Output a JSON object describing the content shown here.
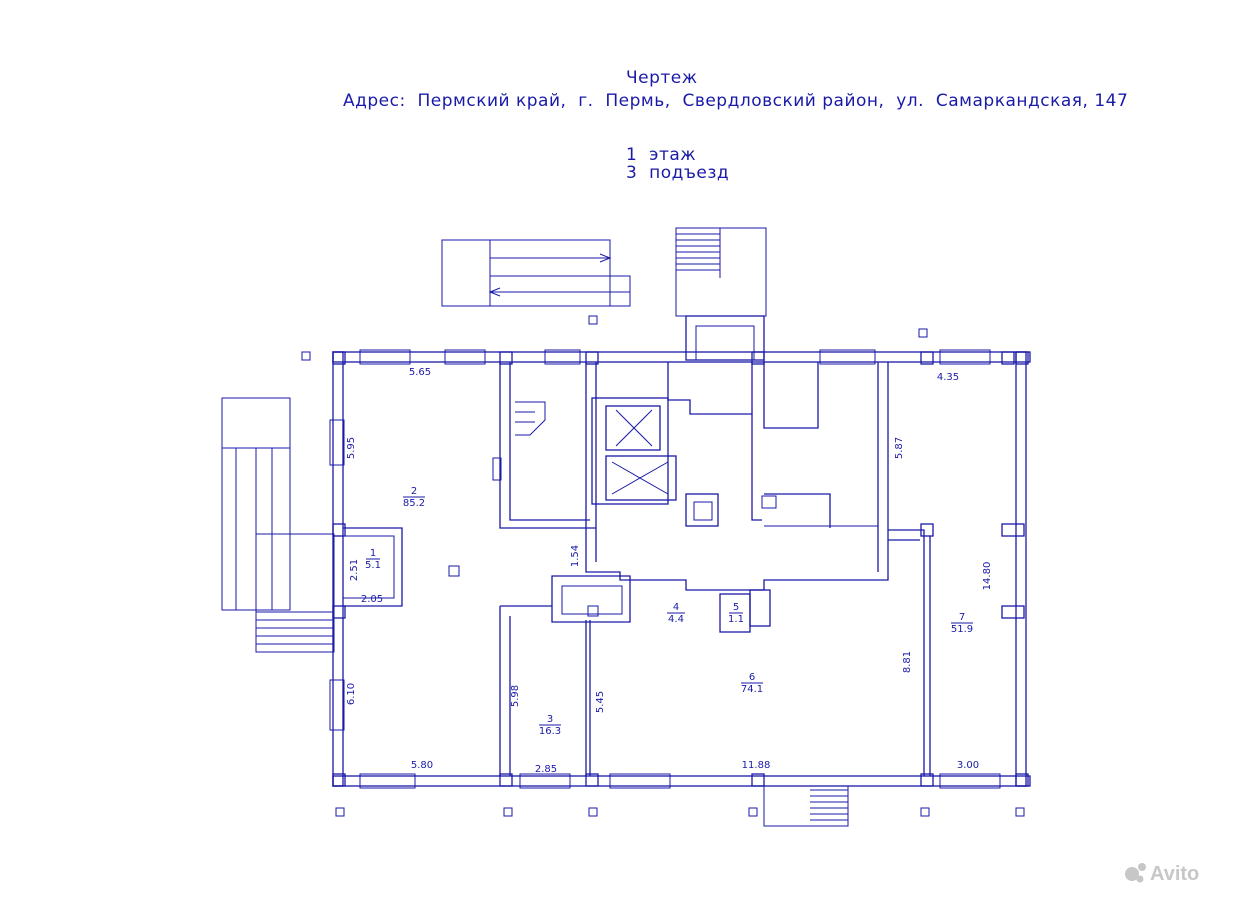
{
  "header": {
    "title": "Чертеж",
    "address": "Адрес:  Пермский край,  г.  Пермь,  Свердловский район,  ул.  Самаркандская, 147",
    "floor": "1  этаж",
    "entrance": "3  подъезд"
  },
  "colors": {
    "line": "#1a1aa8",
    "background": "#ffffff"
  },
  "rooms": [
    {
      "number": "1",
      "area": "5.1"
    },
    {
      "number": "2",
      "area": "85.2"
    },
    {
      "number": "3",
      "area": "16.3"
    },
    {
      "number": "4",
      "area": "4.4"
    },
    {
      "number": "5",
      "area": "1.1"
    },
    {
      "number": "6",
      "area": "74.1"
    },
    {
      "number": "7",
      "area": "51.9"
    }
  ],
  "dimensions": {
    "d565": "5.65",
    "d595": "5.95",
    "d251": "2.51",
    "d205": "2.05",
    "d610": "6.10",
    "d580": "5.80",
    "d598": "5.98",
    "d285": "2.85",
    "d545": "5.45",
    "d154": "1.54",
    "d1188": "11.88",
    "d587": "5.87",
    "d435": "4.35",
    "d1480": "14.80",
    "d881": "8.81",
    "d300": "3.00"
  },
  "watermark": "Avito"
}
